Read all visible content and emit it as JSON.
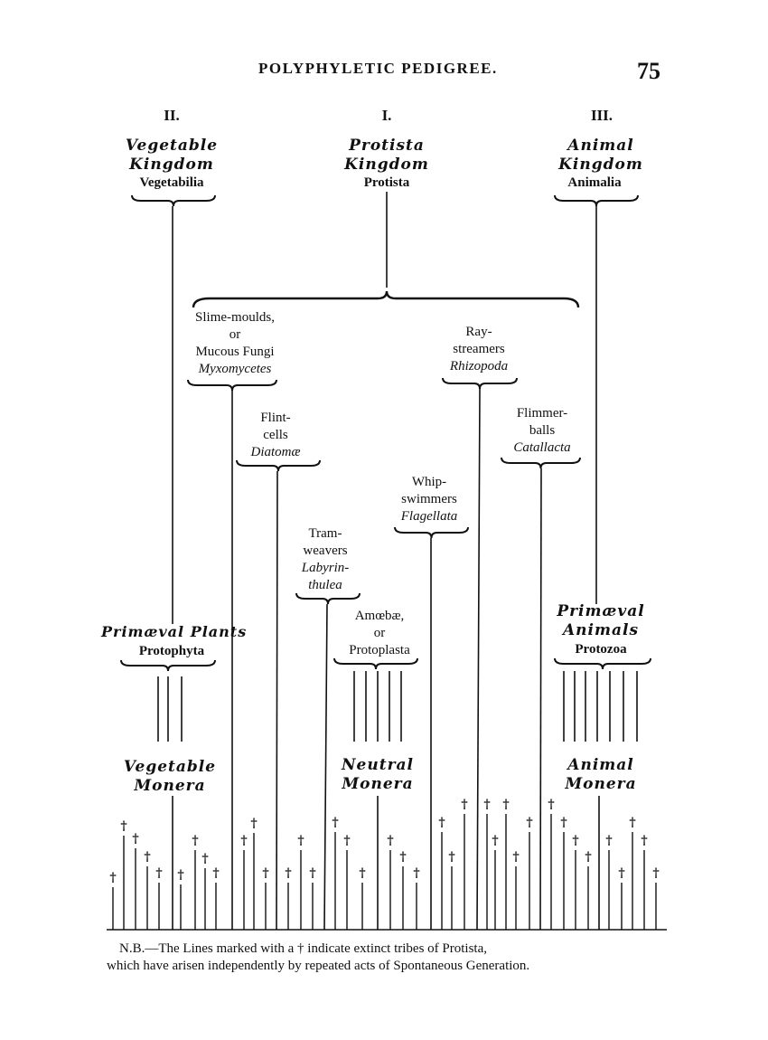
{
  "header": {
    "title": "POLYPHYLETIC PEDIGREE.",
    "page_number": "75"
  },
  "kingdoms": [
    {
      "id": "vegetable",
      "roman": "II.",
      "gothic": [
        "Vegetable",
        "Kingdom"
      ],
      "latin": "Vegetabilia"
    },
    {
      "id": "protista",
      "roman": "I.",
      "gothic": [
        "Protista",
        "Kingdom"
      ],
      "latin": "Protista"
    },
    {
      "id": "animal",
      "roman": "III.",
      "gothic": [
        "Animal",
        "Kingdom"
      ],
      "latin": "Animalia"
    }
  ],
  "groups": [
    {
      "id": "slime-moulds",
      "lines": [
        "Slime-moulds,",
        "or",
        "Mucous Fungi"
      ],
      "latin": "Myxomycetes"
    },
    {
      "id": "ray-streamers",
      "lines": [
        "Ray-",
        "streamers"
      ],
      "latin": "Rhizopoda"
    },
    {
      "id": "flint-cells",
      "lines": [
        "Flint-",
        "cells"
      ],
      "latin": "Diatomæ"
    },
    {
      "id": "flimmer-balls",
      "lines": [
        "Flimmer-",
        "balls"
      ],
      "latin": "Catallacta"
    },
    {
      "id": "whip-swimmers",
      "lines": [
        "Whip-",
        "swimmers"
      ],
      "latin": "Flagellata"
    },
    {
      "id": "tram-weavers",
      "lines": [
        "Tram-",
        "weavers"
      ],
      "latin": [
        "Labyrin-",
        "thulea"
      ]
    },
    {
      "id": "amoebae",
      "lines": [
        "Amœbæ,",
        "or",
        "Protoplasta"
      ]
    }
  ],
  "primaeval": [
    {
      "id": "plants",
      "gothic": [
        "Primæval Plants"
      ],
      "latin": "Protophyta"
    },
    {
      "id": "animals",
      "gothic": [
        "Primæval",
        "Animals"
      ],
      "latin": "Protozoa"
    }
  ],
  "monera": [
    {
      "id": "vegetable",
      "gothic": [
        "Vegetable",
        "Monera"
      ]
    },
    {
      "id": "neutral",
      "gothic": [
        "Neutral",
        "Monera"
      ]
    },
    {
      "id": "animal",
      "gothic": [
        "Animal",
        "Monera"
      ]
    }
  ],
  "footnote": {
    "line1": "N.B.—The Lines marked with a † indicate extinct tribes of Protista,",
    "line2": "which have arisen independently by repeated acts of Spontaneous Generation."
  },
  "dagger_glyph": "†"
}
